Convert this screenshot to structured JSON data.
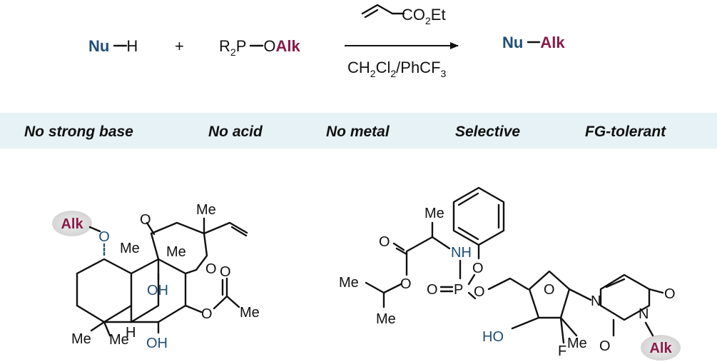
{
  "scheme": {
    "nucleophile": "Nu",
    "nucleophile_h": "H",
    "plus": "+",
    "reagent_r": "R",
    "reagent_sub2": "2",
    "reagent_p": "P",
    "reagent_o": "O",
    "reagent_alk": "Alk",
    "above_arrow_co": "CO",
    "above_arrow_sub2": "2",
    "above_arrow_et": "Et",
    "below_arrow_ch": "CH",
    "below_arrow_sub2a": "2",
    "below_arrow_cl": "Cl",
    "below_arrow_sub2b": "2",
    "below_arrow_phcf": "/PhCF",
    "below_arrow_sub3": "3",
    "product_nu": "Nu",
    "product_alk": "Alk"
  },
  "features": [
    "No strong base",
    "No acid",
    "No metal",
    "Selective",
    "FG-tolerant"
  ],
  "left_molecule": {
    "alk": "Alk",
    "o_ether": "O",
    "o_ketone": "O",
    "me_top": "Me",
    "me_ring_a": "Me",
    "me_ring_b": "Me",
    "o_pyran": "O",
    "oh_center": "OH",
    "o_acetate_top": "O",
    "o_acetate": "O",
    "me_acetyl": "Me",
    "me_gem1": "Me",
    "me_gem2": "Me",
    "h_junction": "H",
    "oh_bottom": "OH"
  },
  "right_molecule": {
    "me_alanine": "Me",
    "o_carbonyl": "O",
    "o_ester": "O",
    "me_ipr_top": "Me",
    "me_ipr_bottom": "Me",
    "nh": "NH",
    "o_phenoxy": "O",
    "p": "P",
    "o_double": "O",
    "o_link": "O",
    "o_ring": "O",
    "n1": "N",
    "o_c4": "O",
    "n3": "N",
    "o_c2": "O",
    "alk": "Alk",
    "ho": "HO",
    "f": "F",
    "me_sugar": "Me"
  },
  "colors": {
    "nu_blue": "#1f4e79",
    "alk_purple": "#8a1a4a",
    "banner": "#e6f2f5",
    "halo": "#d8d8d8"
  }
}
